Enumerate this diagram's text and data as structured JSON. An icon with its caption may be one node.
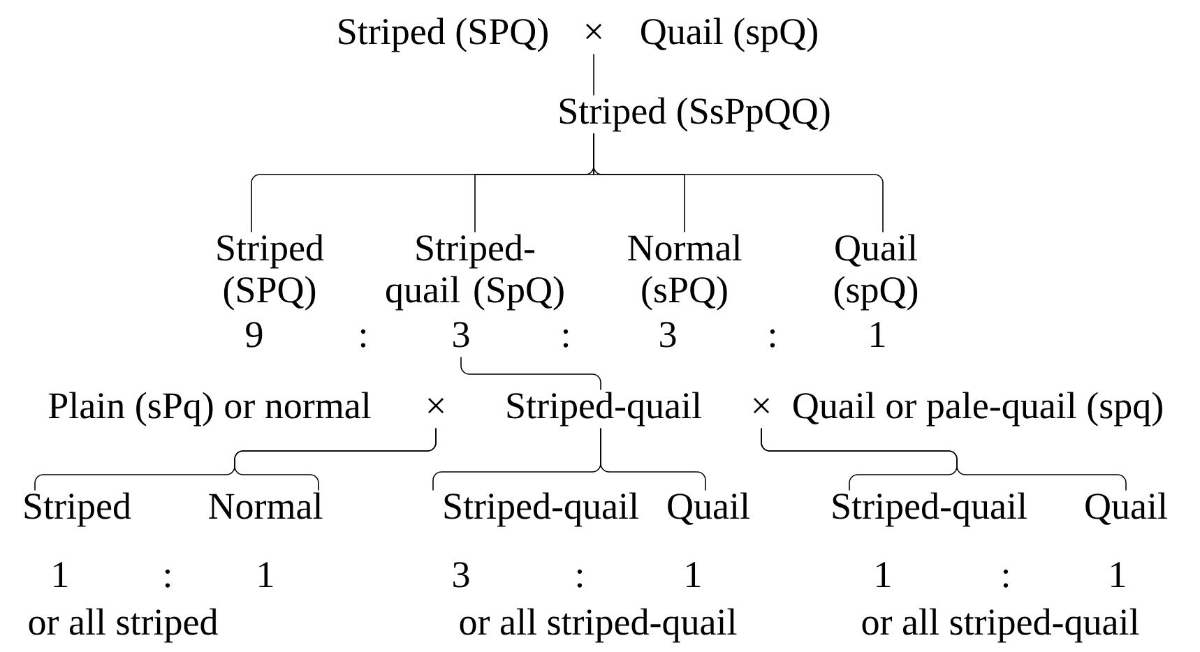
{
  "diagram": {
    "nodes": [
      {
        "text": [
          "Striped (SPQ)"
        ]
      },
      {
        "text": [
          "×"
        ]
      },
      {
        "text": [
          "Quail (spQ)"
        ]
      },
      {
        "text": [
          "Striped (SsPpQQ)"
        ]
      },
      {
        "text": [
          "Striped (SPQ)"
        ]
      },
      {
        "text": [
          "Striped- quail (SpQ)"
        ]
      },
      {
        "text": [
          "Normal (sPQ)"
        ]
      },
      {
        "text": [
          "Quail (spQ)"
        ]
      },
      {
        "text": [
          "3"
        ]
      },
      {
        "text": [
          "Plain (sPq) or normal"
        ]
      },
      {
        "text": [
          "×"
        ]
      },
      {
        "text": [
          "Striped-quail"
        ]
      },
      {
        "text": [
          "×"
        ]
      },
      {
        "text": [
          "Quail or pale-quail (spq)"
        ]
      },
      {
        "text": [
          "Striped"
        ]
      },
      {
        "text": [
          "Normal"
        ]
      },
      {
        "text": [
          "Striped-quail"
        ]
      },
      {
        "text": [
          "Quail"
        ]
      },
      {
        "text": [
          "Striped-quail"
        ]
      },
      {
        "text": [
          "Quail"
        ]
      }
    ],
    "edges": [
      {
        "from": 1,
        "to": 3,
        "arrow": "none"
      },
      {
        "from": 3,
        "to": 4,
        "arrow": "none"
      },
      {
        "from": 3,
        "to": 5,
        "arrow": "none"
      },
      {
        "from": 3,
        "to": 6,
        "arrow": "none"
      },
      {
        "from": 3,
        "to": 7,
        "arrow": "none"
      },
      {
        "from": 8,
        "to": 11,
        "arrow": "none"
      },
      {
        "from": 10,
        "to": 14,
        "arrow": "none"
      },
      {
        "from": 10,
        "to": 15,
        "arrow": "none"
      },
      {
        "from": 11,
        "to": 16,
        "arrow": "none"
      },
      {
        "from": 11,
        "to": 17,
        "arrow": "none"
      },
      {
        "from": 12,
        "to": 18,
        "arrow": "none"
      },
      {
        "from": 12,
        "to": 19,
        "arrow": "none"
      }
    ],
    "labels": [
      "9",
      ":",
      ":",
      "3",
      ":",
      "1",
      "1",
      ":",
      "1",
      "3",
      ":",
      "1",
      "1",
      ":",
      "1",
      "or all striped",
      "or all striped-quail",
      "or all striped-quail"
    ]
  }
}
